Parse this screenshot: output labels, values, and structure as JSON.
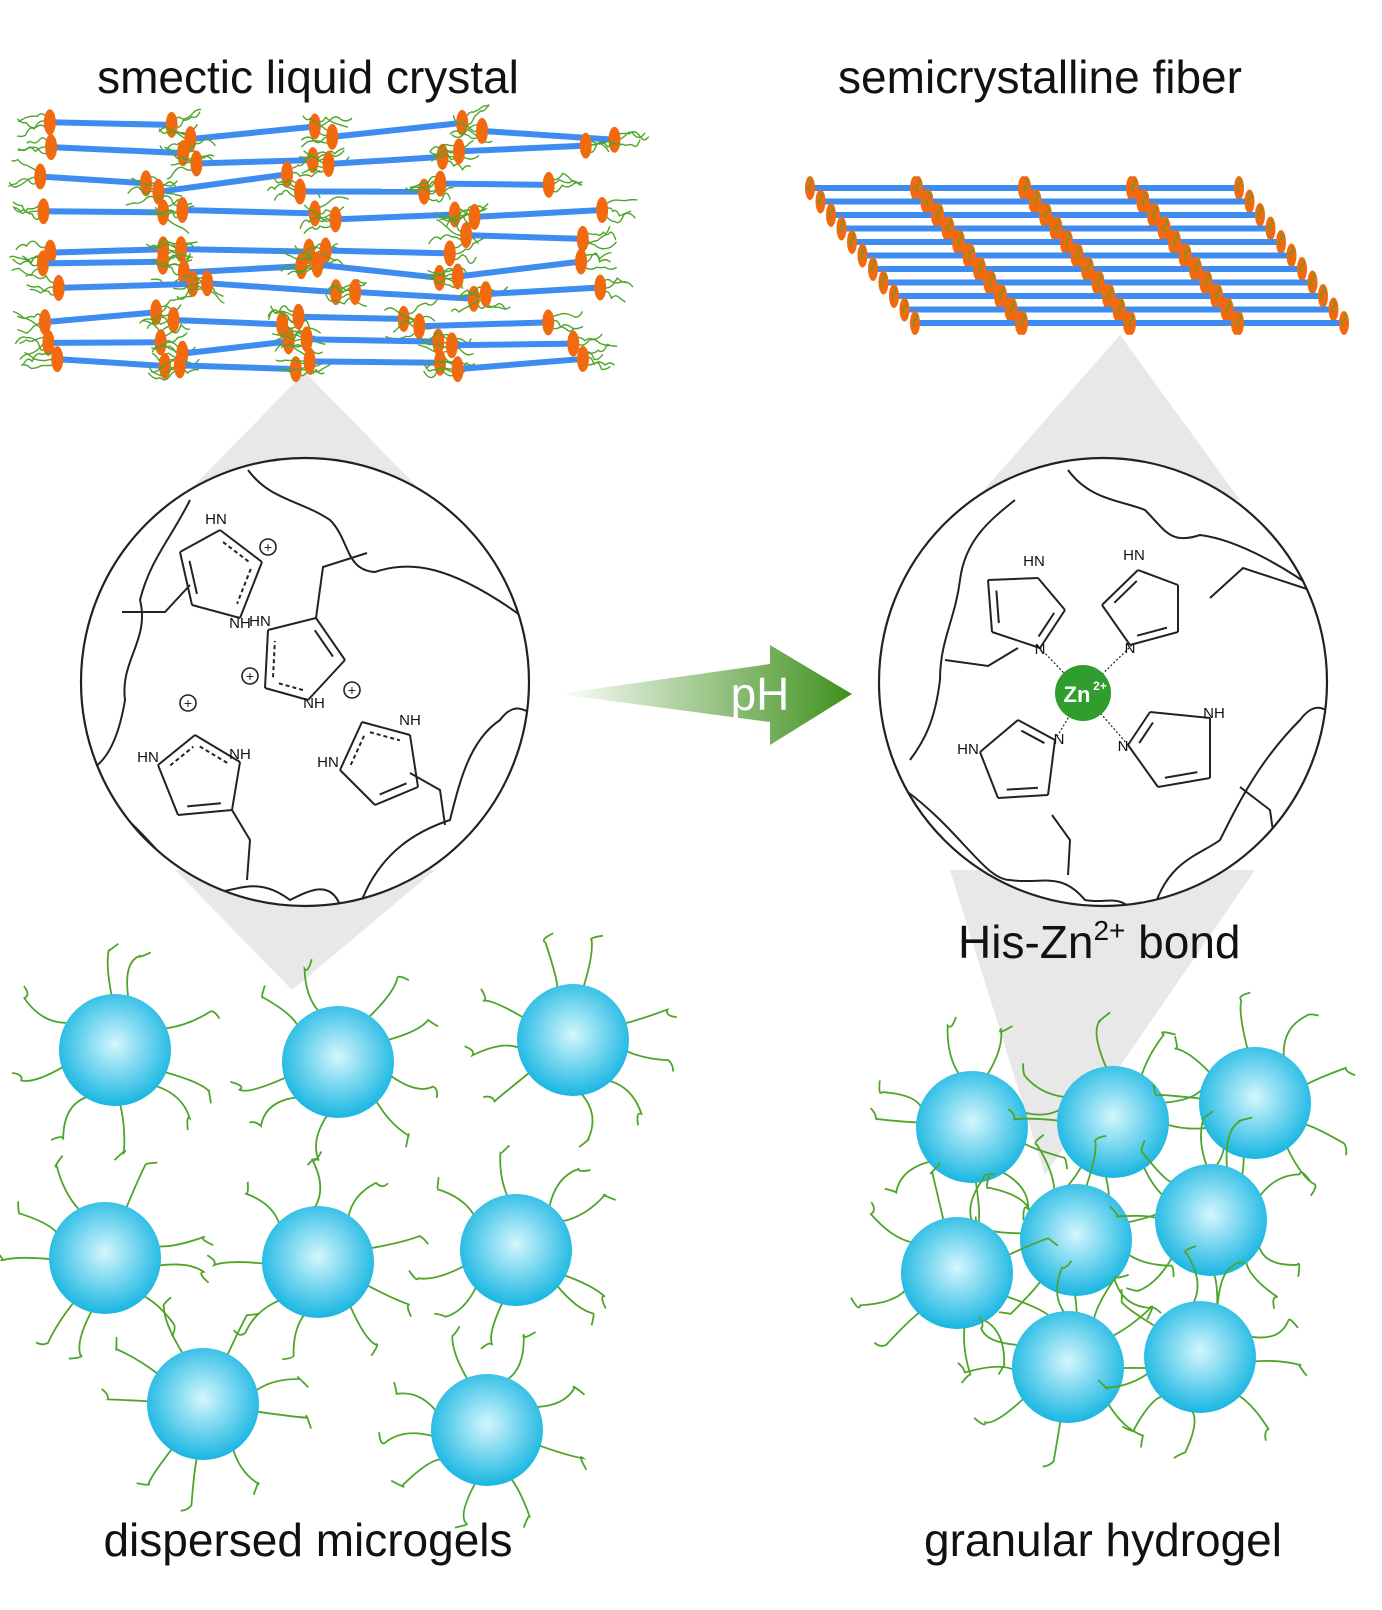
{
  "titles": {
    "top_left": "smectic liquid crystal",
    "top_right": "semicrystalline fiber",
    "bottom_left": "dispersed microgels",
    "bottom_right": "granular hydrogel",
    "bond_label_main": "His-Zn",
    "bond_label_sup": "2+",
    "bond_label_tail": " bond"
  },
  "arrow": {
    "label": "pH"
  },
  "zinc": {
    "symbol": "Zn",
    "charge": "2+"
  },
  "left_circle": {
    "atom_labels": [
      "HN",
      "NH",
      "HN",
      "NH",
      "HN",
      "NH",
      "HN",
      "NH"
    ],
    "charge_symbol": "+"
  },
  "right_circle": {
    "atom_labels": [
      "HN",
      "N",
      "HN",
      "N",
      "N",
      "HN",
      "N",
      "NH"
    ]
  },
  "colors": {
    "rod": "#3f8cf0",
    "rod_end": "#f26a10",
    "tail": "#4ea52a",
    "gel_center": "#d4f6fd",
    "gel_edge": "#18b6e2",
    "arrow": "#3f901c",
    "zinc": "#2f9e2f",
    "wedge": "#e8e8e8"
  }
}
